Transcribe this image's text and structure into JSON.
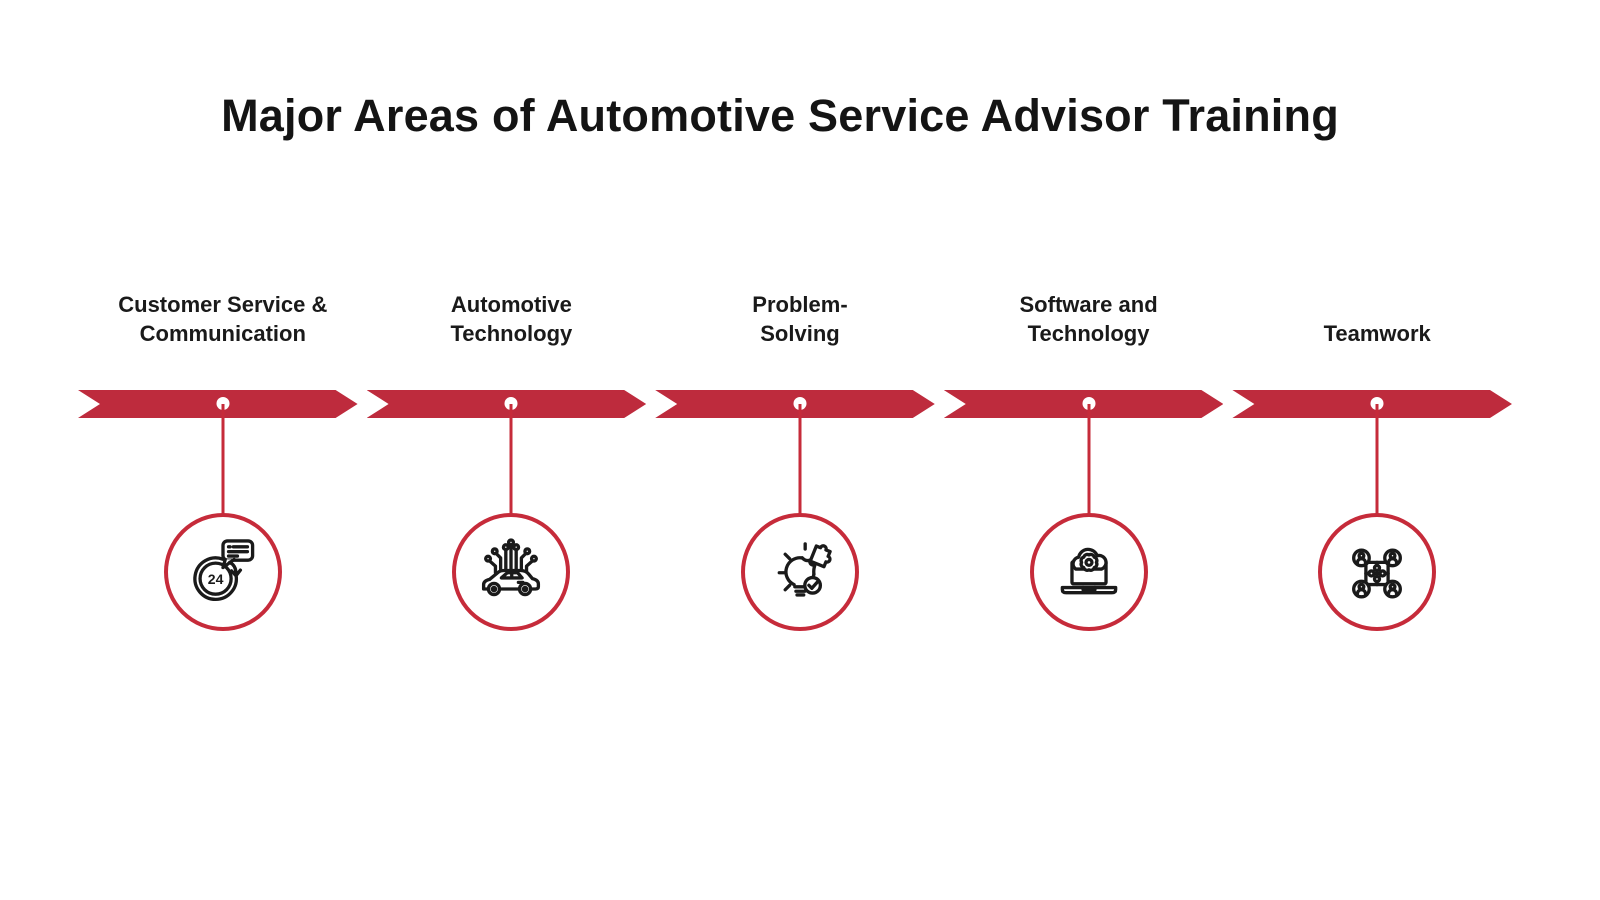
{
  "title": "Major Areas of Automotive Service Advisor Training",
  "colors": {
    "band": "#BE2B3D",
    "accent": "#C62B3A",
    "icon_stroke": "#1A1A1A",
    "background": "#FFFFFF",
    "text": "#1A1A1A"
  },
  "items": [
    {
      "label": "Customer Service &\nCommunication",
      "icon": "24-hour-customer-support-icon",
      "icon_text": "24"
    },
    {
      "label": "Automotive\nTechnology",
      "icon": "connected-car-icon"
    },
    {
      "label": "Problem-\nSolving",
      "icon": "lightbulb-puzzle-check-icon"
    },
    {
      "label": "Software and\nTechnology",
      "icon": "laptop-cloud-gear-icon"
    },
    {
      "label": "Teamwork",
      "icon": "team-puzzle-icon"
    }
  ]
}
